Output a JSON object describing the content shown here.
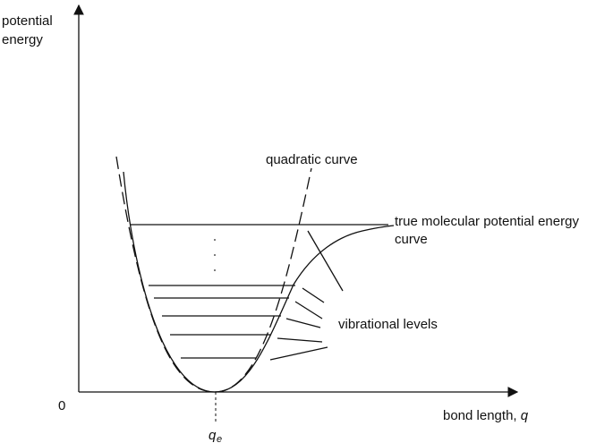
{
  "axes": {
    "y_label_line1": "potential",
    "y_label_line2": "energy",
    "x_label": "bond length, ",
    "x_label_var": "q",
    "origin_label": "0",
    "qe_label": "q",
    "qe_sub": "e"
  },
  "labels": {
    "quadratic": "quadratic curve",
    "true_curve_line1": "true molecular potential energy",
    "true_curve_line2": "curve",
    "vibrational": "vibrational levels"
  },
  "colors": {
    "ink": "#111111",
    "background": "#ffffff"
  }
}
